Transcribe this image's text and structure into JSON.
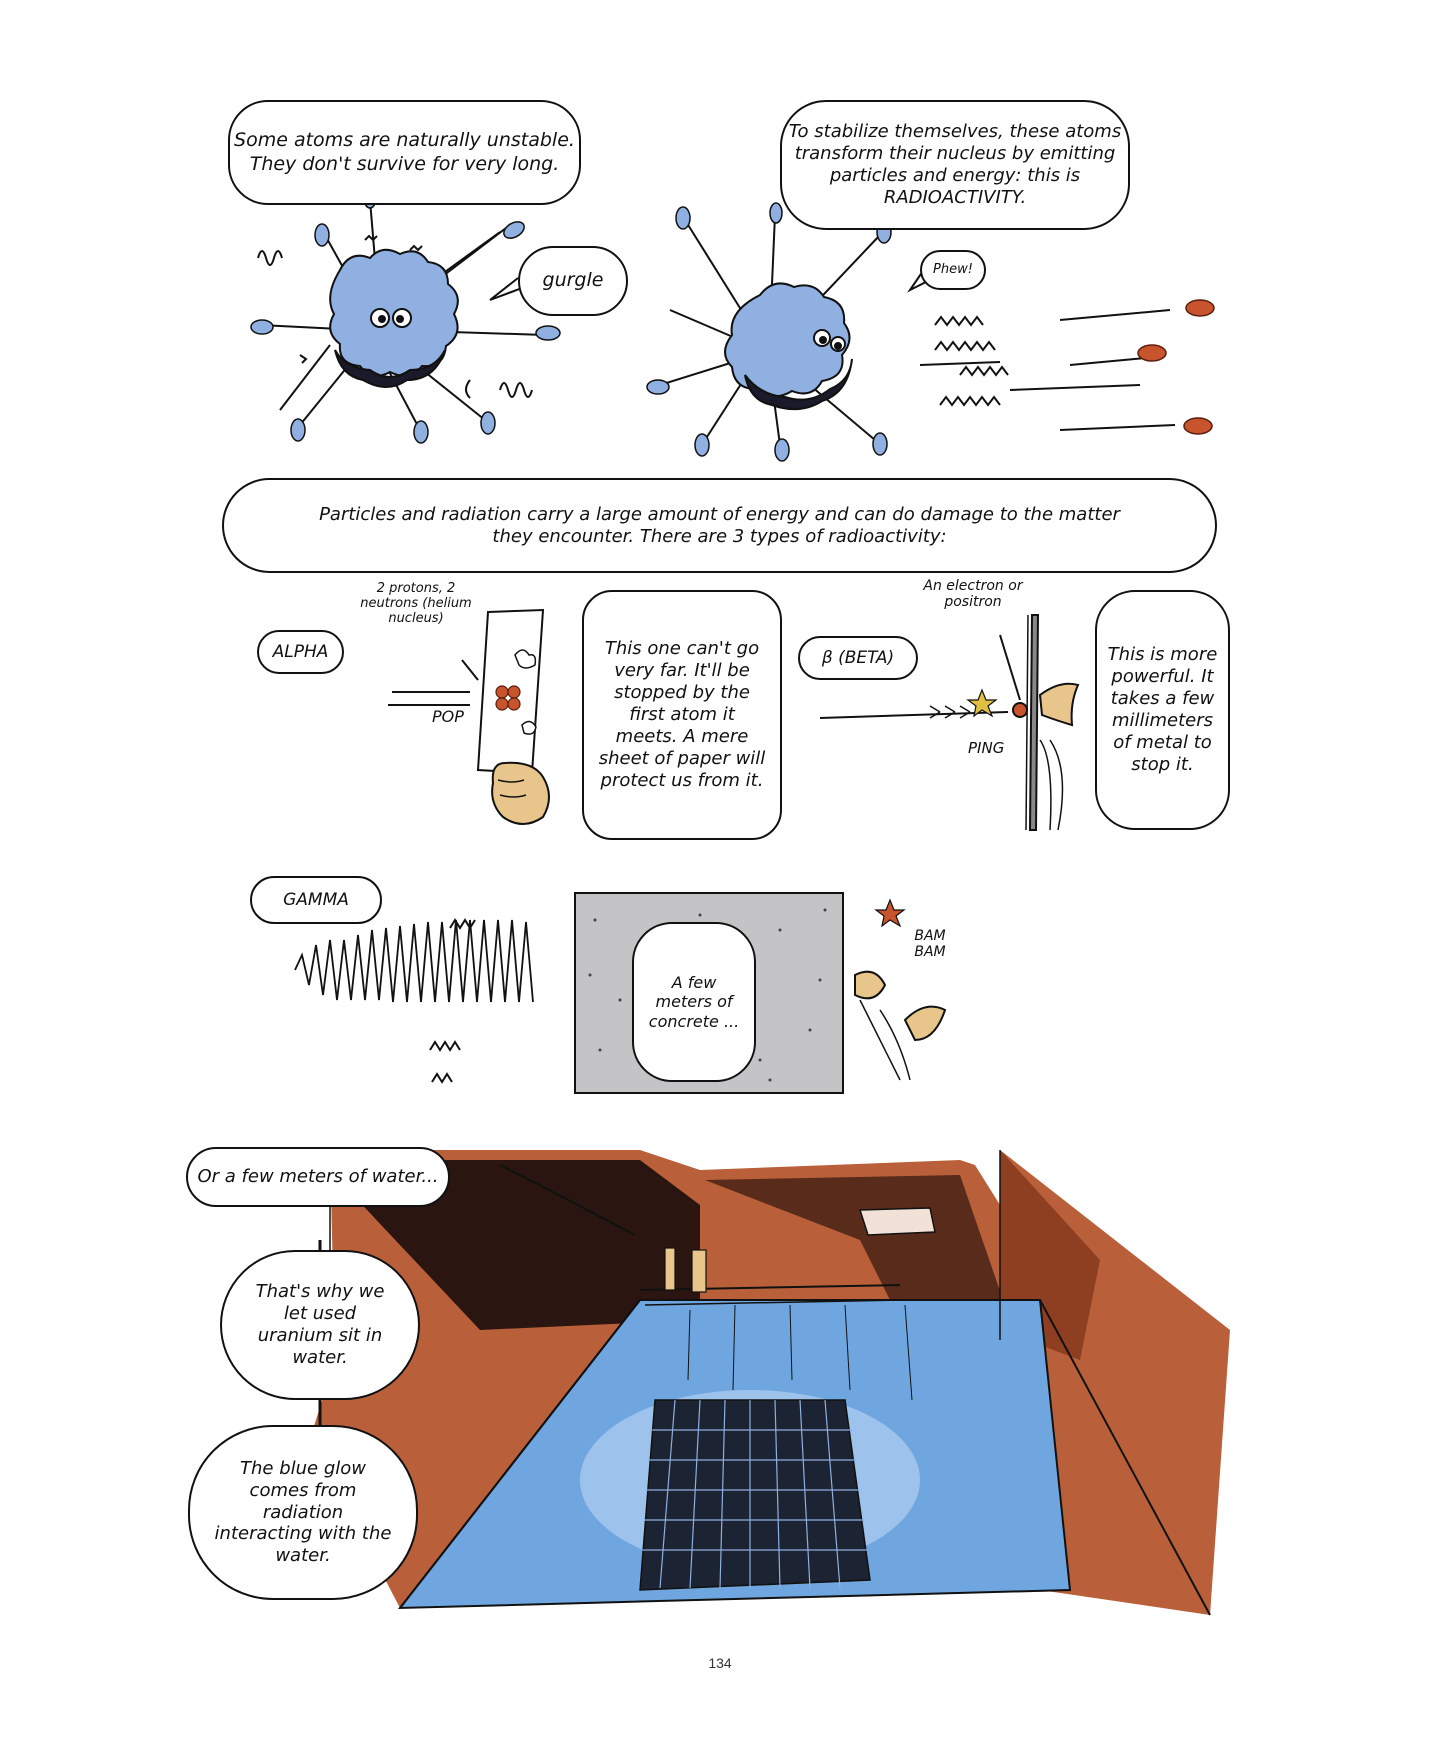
{
  "panel1": {
    "caption": "Some atoms are naturally unstable. They don't survive for very long.",
    "atom_sound": "gurgle"
  },
  "panel2": {
    "caption": "To stabilize themselves, these atoms transform their nucleus by emitting particles and energy: this is RADIOACTIVITY.",
    "atom_sound": "Phew!"
  },
  "panel3": {
    "caption": "Particles and radiation carry a large amount of energy and can do damage to the matter they encounter. There are 3 types of radioactivity:"
  },
  "alpha": {
    "label": "ALPHA",
    "particle_note": "2 protons, 2 neutrons (helium nucleus)",
    "sound": "POP",
    "caption": "This one can't go very far. It'll be stopped by the first atom it meets. A mere sheet of paper will protect us from it."
  },
  "beta": {
    "label": "β (BETA)",
    "particle_note": "An electron or positron",
    "sound": "PING",
    "caption": "This is more powerful. It takes a few millimeters of metal to stop it."
  },
  "gamma": {
    "label": "GAMMA",
    "wall_caption": "A few meters of concrete ...",
    "sound": "BAM BAM"
  },
  "pool": {
    "caption1": "Or a few meters of water...",
    "caption2": "That's why we let used uranium sit in water.",
    "caption3": "The blue glow comes from radiation interacting with the water."
  },
  "page_number": "134",
  "colors": {
    "atom_blue": "#8fb0e0",
    "particle_red": "#c8542e",
    "concrete_gray": "#c4c4c6",
    "pool_wall": "#b9603a",
    "water_blue": "#6fa6e0",
    "skin": "#e8c58a"
  }
}
